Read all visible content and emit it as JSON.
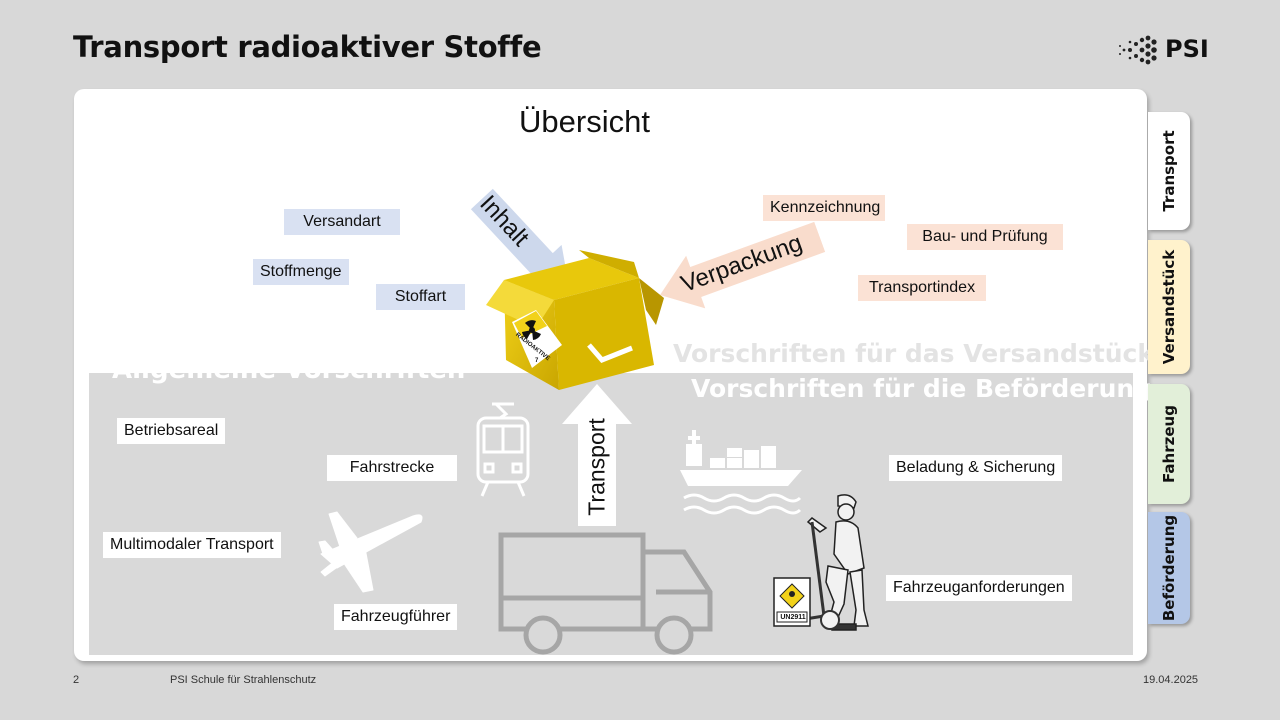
{
  "title": "Transport radioaktiver Stoffe",
  "logo": {
    "text": "PSI"
  },
  "overview": {
    "heading": "Übersicht"
  },
  "tags": {
    "inhalt": [
      "Versandart",
      "Stoffmenge",
      "Stoffart"
    ],
    "verpackung": [
      "Kennzeichnung",
      "Bau- und Prüfung",
      "Transportindex"
    ]
  },
  "arrows": {
    "inhalt": "Inhalt",
    "verpackung": "Verpackung",
    "transport": "Transport"
  },
  "box": {
    "label_text": "RADIOAKTIVE",
    "label_number": "7",
    "un_label": "UN2911"
  },
  "sections": {
    "allgemein": "Allgemeine Vorschriften",
    "versandstueck": "Vorschriften für das Versandstück",
    "befoerderung": "Vorschriften für die Beförderung"
  },
  "transport_items": [
    "Betriebsareal",
    "Fahrstrecke",
    "Multimodaler Transport",
    "Fahrzeugführer",
    "Beladung & Sicherung",
    "Fahrzeuganforderungen"
  ],
  "tabs": [
    {
      "label": "Transport",
      "color": "#ffffff"
    },
    {
      "label": "Versandstück",
      "color": "#fff2cc"
    },
    {
      "label": "Fahrzeug",
      "color": "#e2efd9"
    },
    {
      "label": "Beförderung",
      "color": "#b4c7e7"
    }
  ],
  "footer": {
    "page": "2",
    "center": "PSI Schule für Strahlenschutz",
    "date": "19.04.2025"
  }
}
